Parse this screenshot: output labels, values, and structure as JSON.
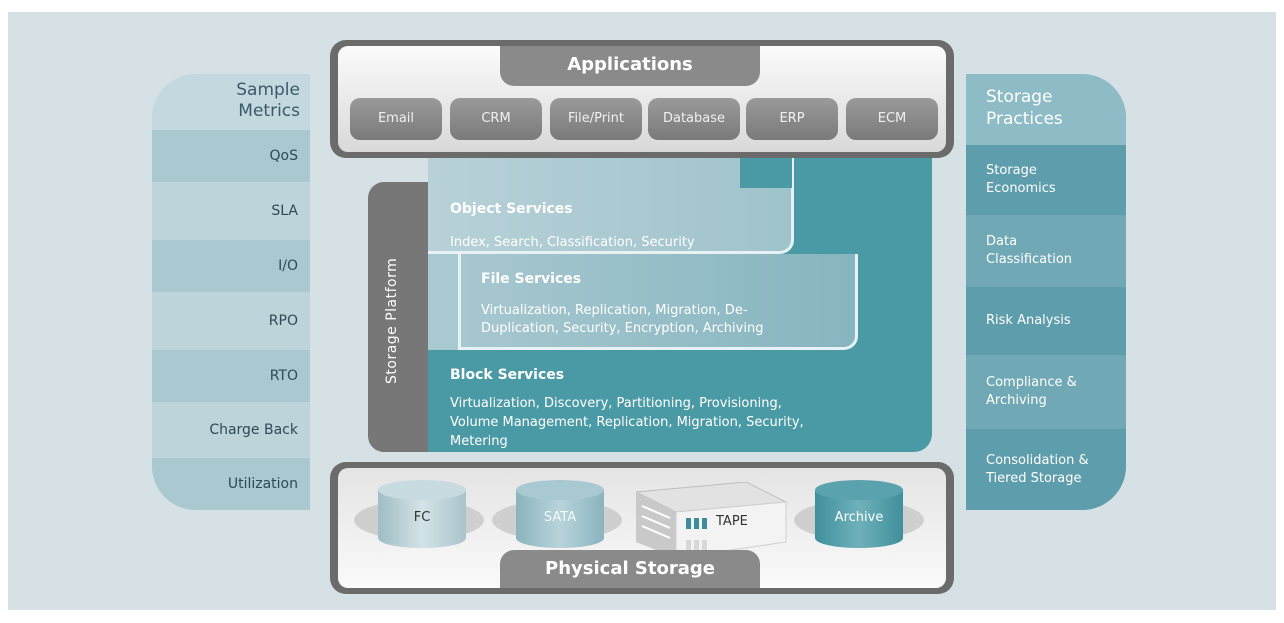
{
  "metrics": {
    "title_line1": "Sample",
    "title_line2": "Metrics",
    "items": [
      "QoS",
      "SLA",
      "I/O",
      "RPO",
      "RTO",
      "Charge Back",
      "Utilization"
    ]
  },
  "practices": {
    "title_line1": "Storage",
    "title_line2": "Practices",
    "items": [
      {
        "line1": "Storage",
        "line2": "Economics"
      },
      {
        "line1": "Data",
        "line2": "Classification"
      },
      {
        "line1": "Risk Analysis",
        "line2": ""
      },
      {
        "line1": "Compliance &",
        "line2": "Archiving"
      },
      {
        "line1": "Consolidation &",
        "line2": "Tiered Storage"
      }
    ]
  },
  "applications": {
    "title": "Applications",
    "items": [
      "Email",
      "CRM",
      "File/Print",
      "Database",
      "ERP",
      "ECM"
    ]
  },
  "platform": {
    "label": "Storage Platform",
    "object": {
      "title": "Object Services",
      "desc": "Index, Search, Classification, Security"
    },
    "file": {
      "title": "File Services",
      "desc_line1": "Virtualization, Replication, Migration, De-",
      "desc_line2": "Duplication, Security, Encryption, Archiving"
    },
    "block": {
      "title": "Block Services",
      "desc_line1": "Virtualization, Discovery, Partitioning, Provisioning,",
      "desc_line2": "Volume Management, Replication, Migration, Security,",
      "desc_line3": "Metering"
    }
  },
  "physical": {
    "title": "Physical Storage",
    "devices": [
      "FC",
      "SATA",
      "TAPE",
      "Archive"
    ]
  }
}
